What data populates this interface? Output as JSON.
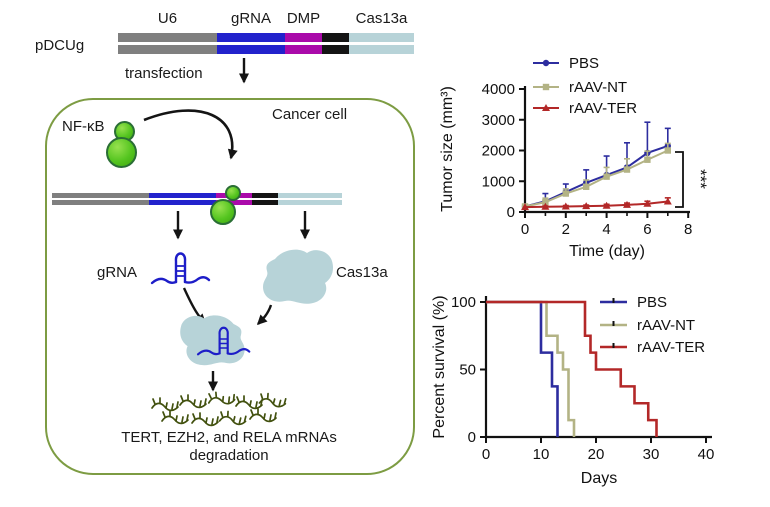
{
  "figure": {
    "construct": {
      "plasmid_label": "pDCUg",
      "transfection_label": "transfection",
      "segments": [
        {
          "label": "U6",
          "color": "#7f7f7f",
          "width": 99
        },
        {
          "label": "gRNA",
          "color": "#2222cc",
          "width": 68
        },
        {
          "label": "DMP",
          "color": "#aa0aaa",
          "width": 37
        },
        {
          "label": "",
          "color": "#141414",
          "width": 27
        },
        {
          "label": "Cas13a",
          "color": "#b7d3d8",
          "width": 65
        }
      ]
    },
    "cell": {
      "title": "Cancer cell",
      "nfkb_label": "NF-κB",
      "grna_label": "gRNA",
      "cas13a_label": "Cas13a",
      "degradation_line1": "TERT, EZH2, and RELA mRNAs",
      "degradation_line2": "degradation"
    },
    "colors": {
      "cell_border": "#7d9c43",
      "rna_blue": "#1d1dc8",
      "protein_blob": "#b7d3d8",
      "mrna_fragment": "#42510f",
      "arrow": "#141414"
    }
  },
  "chart_data": [
    {
      "type": "line",
      "title": "",
      "xlabel": "Time (day)",
      "ylabel": "Tumor size (mm³)",
      "xlim": [
        0,
        8
      ],
      "ylim": [
        0,
        4000
      ],
      "xticks": [
        0,
        2,
        4,
        6,
        8
      ],
      "xticks_minor": [
        1,
        3,
        5,
        7
      ],
      "yticks": [
        0,
        1000,
        2000,
        3000,
        4000
      ],
      "x": [
        0,
        1,
        2,
        3,
        4,
        5,
        6,
        7
      ],
      "series": [
        {
          "name": "PBS",
          "color": "#2d2d9f",
          "marker": "circle",
          "values": [
            180,
            350,
            650,
            950,
            1200,
            1450,
            1920,
            2150
          ],
          "errors_up": [
            40,
            250,
            260,
            420,
            620,
            800,
            1000,
            570
          ]
        },
        {
          "name": "rAAV-NT",
          "color": "#b3b385",
          "marker": "square",
          "values": [
            180,
            320,
            600,
            820,
            1150,
            1380,
            1700,
            2000
          ],
          "errors_up": [
            30,
            130,
            150,
            220,
            300,
            350,
            280,
            230
          ]
        },
        {
          "name": "rAAV-TER",
          "color": "#b32828",
          "marker": "triangle",
          "values": [
            160,
            170,
            180,
            190,
            205,
            230,
            270,
            340
          ],
          "errors_up": [
            0,
            25,
            30,
            35,
            45,
            60,
            80,
            120
          ]
        }
      ],
      "significance": "***",
      "legend_position": "top-inside",
      "grid": false
    },
    {
      "type": "km_step",
      "title": "",
      "xlabel": "Days",
      "ylabel": "Percent survival (%)",
      "xlim": [
        0,
        40
      ],
      "ylim": [
        0,
        100
      ],
      "xticks": [
        0,
        10,
        20,
        30,
        40
      ],
      "yticks": [
        0,
        50,
        100
      ],
      "series": [
        {
          "name": "PBS",
          "color": "#2d2d9f",
          "points": [
            [
              0,
              100
            ],
            [
              10,
              100
            ],
            [
              10,
              62.5
            ],
            [
              12,
              62.5
            ],
            [
              12,
              37.5
            ],
            [
              13,
              37.5
            ],
            [
              13,
              0
            ]
          ]
        },
        {
          "name": "rAAV-NT",
          "color": "#b3b385",
          "points": [
            [
              0,
              100
            ],
            [
              11,
              100
            ],
            [
              11,
              75
            ],
            [
              13,
              75
            ],
            [
              13,
              62.5
            ],
            [
              14,
              62.5
            ],
            [
              14,
              50
            ],
            [
              15,
              50
            ],
            [
              15,
              12.5
            ],
            [
              16,
              12.5
            ],
            [
              16,
              0
            ]
          ]
        },
        {
          "name": "rAAV-TER",
          "color": "#b32828",
          "points": [
            [
              0,
              100
            ],
            [
              18,
              100
            ],
            [
              18,
              75
            ],
            [
              19,
              75
            ],
            [
              19,
              62.5
            ],
            [
              20,
              62.5
            ],
            [
              20,
              50
            ],
            [
              24.5,
              50
            ],
            [
              24.5,
              37.5
            ],
            [
              27,
              37.5
            ],
            [
              27,
              25
            ],
            [
              29.5,
              25
            ],
            [
              29.5,
              12.5
            ],
            [
              31,
              12.5
            ],
            [
              31,
              0
            ]
          ]
        }
      ],
      "legend_position": "top-right-inside",
      "grid": false
    }
  ]
}
